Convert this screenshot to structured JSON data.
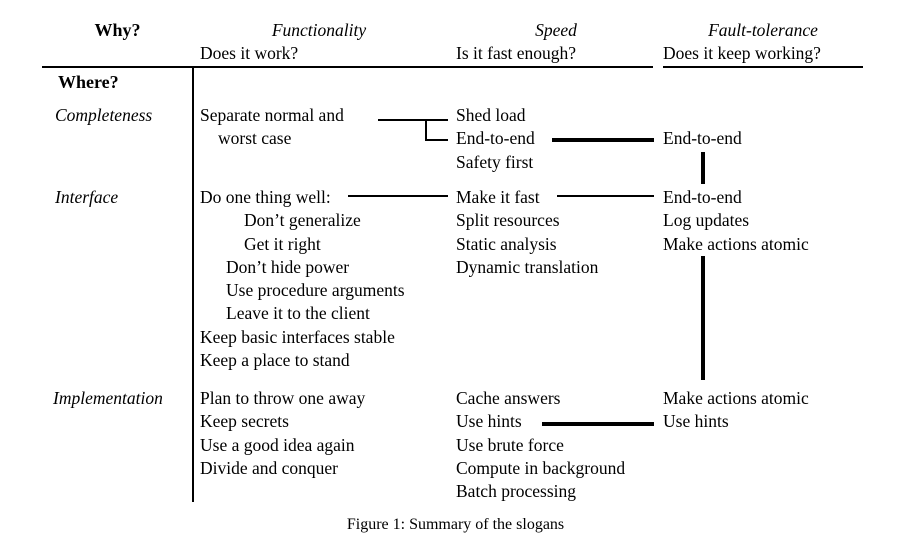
{
  "header": {
    "why_label": "Why?",
    "where_label": "Where?",
    "columns": [
      {
        "title": "Functionality",
        "question": "Does it work?"
      },
      {
        "title": "Speed",
        "question": "Is it fast enough?"
      },
      {
        "title": "Fault-tolerance",
        "question": "Does it keep working?"
      }
    ]
  },
  "rows": [
    {
      "label": "Completeness",
      "functionality": [
        "Separate normal and",
        "worst case"
      ],
      "speed": [
        "Shed load",
        "End-to-end",
        "Safety first"
      ],
      "fault_tolerance": [
        "End-to-end"
      ]
    },
    {
      "label": "Interface",
      "functionality": [
        "Do one thing well:",
        "Don’t generalize",
        "Get it right",
        "Don’t hide power",
        "Use procedure arguments",
        "Leave it to the client",
        "Keep basic interfaces stable",
        "Keep a place to stand"
      ],
      "speed": [
        "Make it fast",
        "Split resources",
        "Static analysis",
        "Dynamic translation"
      ],
      "fault_tolerance": [
        "End-to-end",
        "Log updates",
        "Make actions atomic"
      ]
    },
    {
      "label": "Implementation",
      "functionality": [
        "Plan to throw one away",
        "Keep secrets",
        "Use a good idea again",
        "Divide and conquer"
      ],
      "speed": [
        "Cache answers",
        "Use hints",
        "Use brute force",
        "Compute in background",
        "Batch processing"
      ],
      "fault_tolerance": [
        "Make actions atomic",
        "Use hints"
      ]
    }
  ],
  "caption": "Figure 1: Summary of the slogans"
}
